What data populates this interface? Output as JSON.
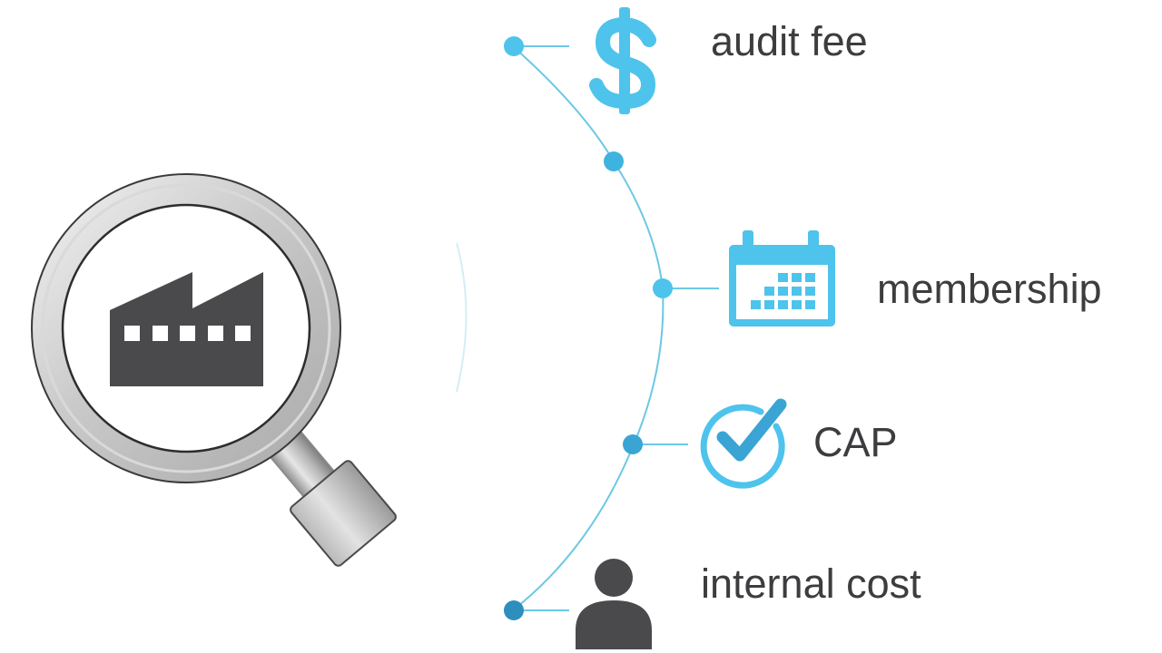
{
  "items": [
    {
      "label": "audit fee",
      "icon": "dollar-icon"
    },
    {
      "label": "membership",
      "icon": "calendar-icon"
    },
    {
      "label": "CAP",
      "icon": "checkmark-circle-icon"
    },
    {
      "label": "internal cost",
      "icon": "person-icon"
    }
  ],
  "center_icon": "magnifier-factory-icon",
  "colors": {
    "accent": "#4ec3ec",
    "accent_dark": "#2e8fbd",
    "line": "#6cc8e4",
    "text": "#3d3d3f",
    "factory": "#4a4a4c"
  }
}
